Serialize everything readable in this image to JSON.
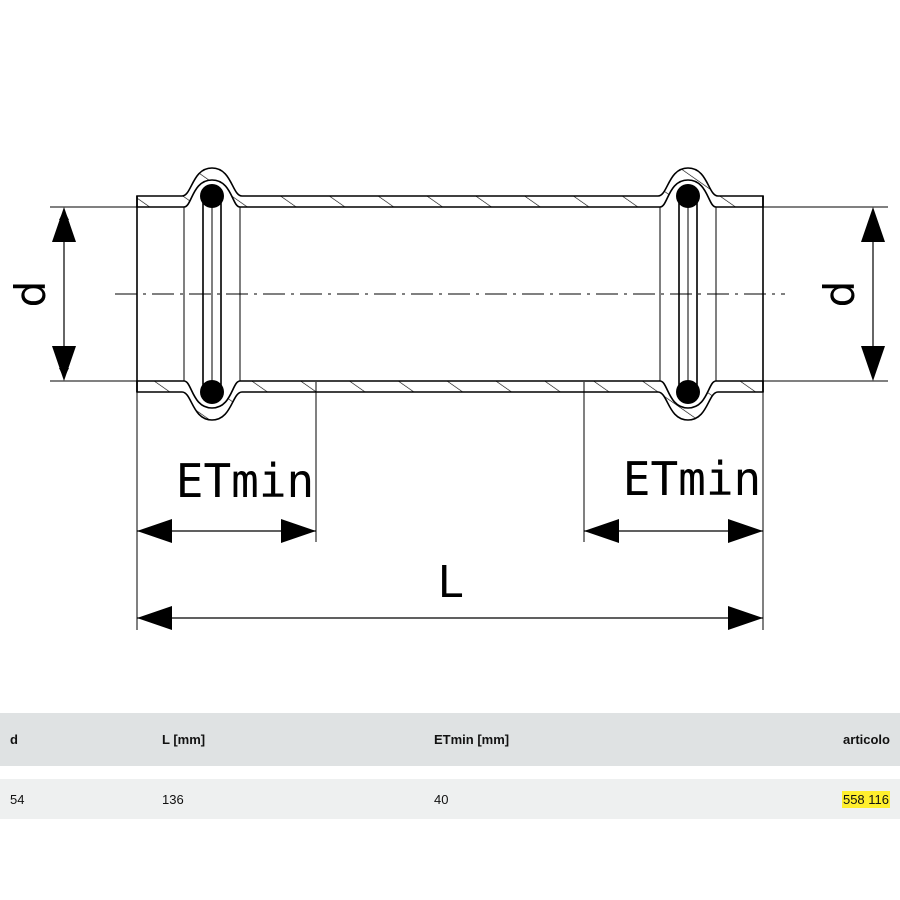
{
  "drawing": {
    "dim_d_left": "d",
    "dim_d_right": "d",
    "dim_etmin_left": "ETmin",
    "dim_etmin_right": "ETmin",
    "dim_l": "L"
  },
  "table": {
    "headers": [
      "d",
      "L [mm]",
      "ETmin [mm]",
      "articolo"
    ],
    "rows": [
      {
        "d": "54",
        "l": "136",
        "etmin": "40",
        "articolo": "558 116"
      }
    ],
    "highlight_color": "#ffef2e"
  }
}
